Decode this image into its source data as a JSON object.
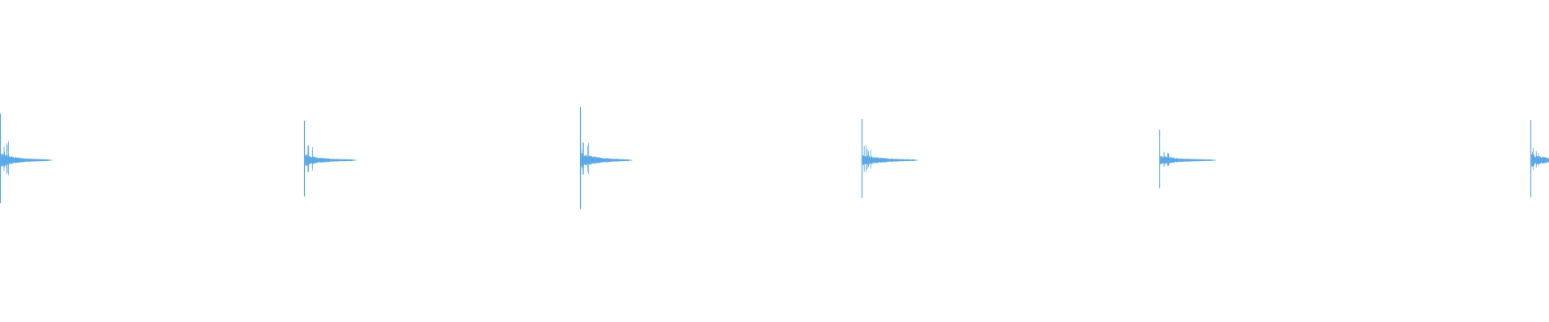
{
  "waveform": {
    "color": "#5aa9e6",
    "background": "#ffffff",
    "transients": [
      {
        "onset_s": 0.0,
        "peak": 0.58,
        "decay_s": 0.06
      },
      {
        "onset_s": 0.377,
        "peak": 0.49,
        "decay_s": 0.06
      },
      {
        "onset_s": 0.719,
        "peak": 0.66,
        "decay_s": 0.06
      },
      {
        "onset_s": 1.068,
        "peak": 0.51,
        "decay_s": 0.065
      },
      {
        "onset_s": 1.437,
        "peak": 0.38,
        "decay_s": 0.065
      },
      {
        "onset_s": 1.897,
        "peak": 0.5,
        "decay_s": 0.06
      }
    ],
    "duration_s": 1.92
  }
}
